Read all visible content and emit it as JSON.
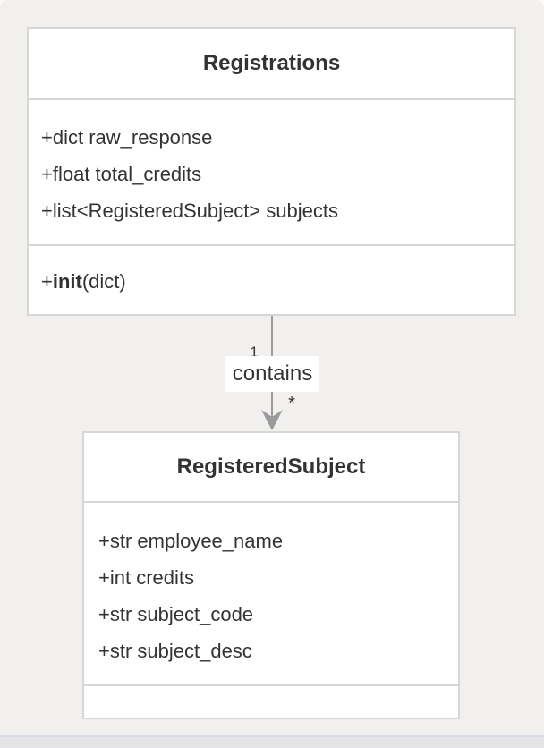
{
  "diagram": {
    "type": "uml-class-diagram",
    "classes": [
      {
        "name": "Registrations",
        "attributes": [
          "+dict raw_response",
          "+float total_credits",
          "+list<RegisteredSubject> subjects"
        ],
        "methods": [
          {
            "prefix": "+",
            "name": "init",
            "args": "(dict)"
          }
        ]
      },
      {
        "name": "RegisteredSubject",
        "attributes": [
          "+str employee_name",
          "+int credits",
          "+str subject_code",
          "+str subject_desc"
        ],
        "methods": []
      }
    ],
    "relationship": {
      "from": "Registrations",
      "to": "RegisteredSubject",
      "label": "contains",
      "source_multiplicity": "1",
      "target_multiplicity": "*",
      "arrow_style": "vee-arrowhead-down"
    }
  },
  "colors": {
    "panel_background": "#f1f0ee",
    "box_background": "#ffffff",
    "box_border": "#d7d7d5",
    "text": "#333333",
    "connector": "#9b9b9b",
    "bottom_strip": "#e4e4e6",
    "bottom_strip_line": "#d8dcee"
  }
}
